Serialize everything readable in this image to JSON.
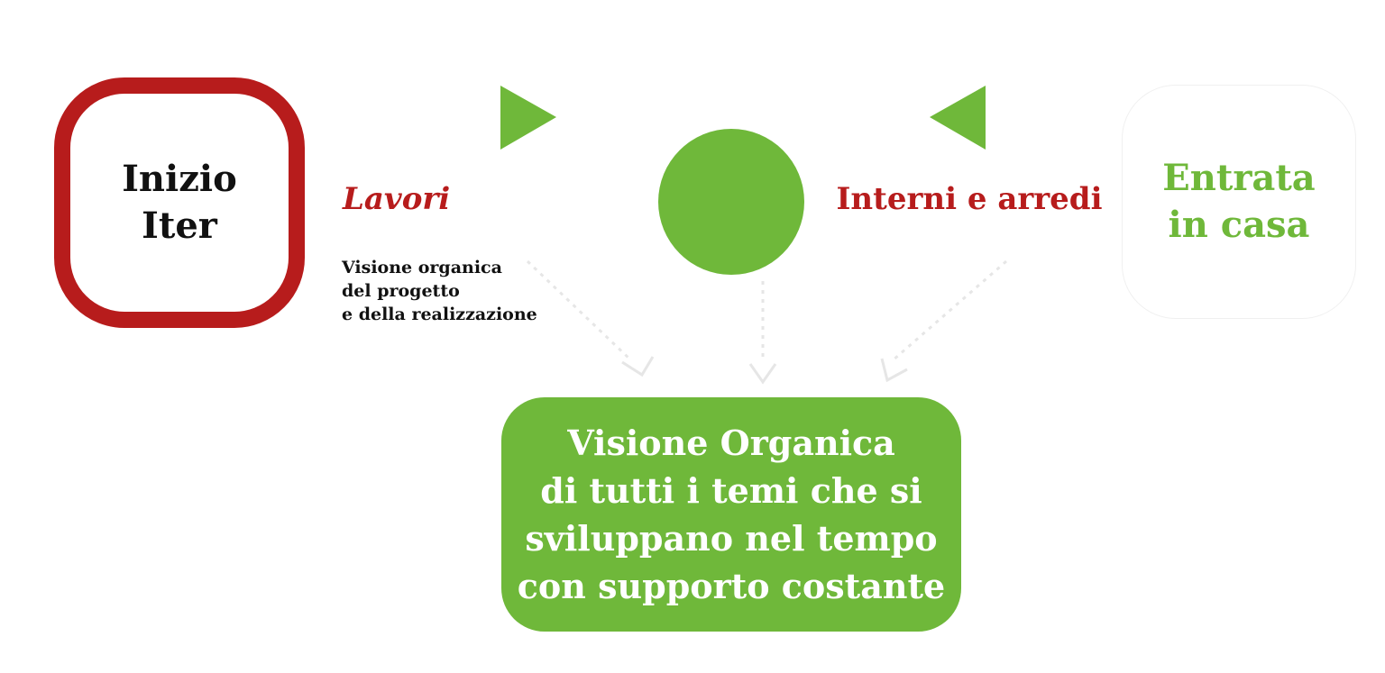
{
  "colors": {
    "accent_red": "#b71c1c",
    "accent_green": "#6fb83a",
    "text_dark": "#111111",
    "connector_light": "#e6e6e6"
  },
  "start": {
    "lines": [
      "Inizio",
      "Iter"
    ]
  },
  "end": {
    "lines": [
      "Entrata",
      "in casa"
    ]
  },
  "phases": {
    "lavori": {
      "label": "Lavori",
      "description": [
        "Visione organica",
        "del progetto",
        "e della realizzazione"
      ]
    },
    "interni": {
      "label": "Interni e arredi"
    }
  },
  "summary": {
    "lines": [
      "Visione Organica",
      "di tutti i temi che si",
      "sviluppano nel tempo",
      "con supporto costante"
    ]
  },
  "icons": {
    "left_arrow": "triangle-right-icon",
    "right_arrow": "triangle-left-icon",
    "center": "green-circle-icon"
  }
}
